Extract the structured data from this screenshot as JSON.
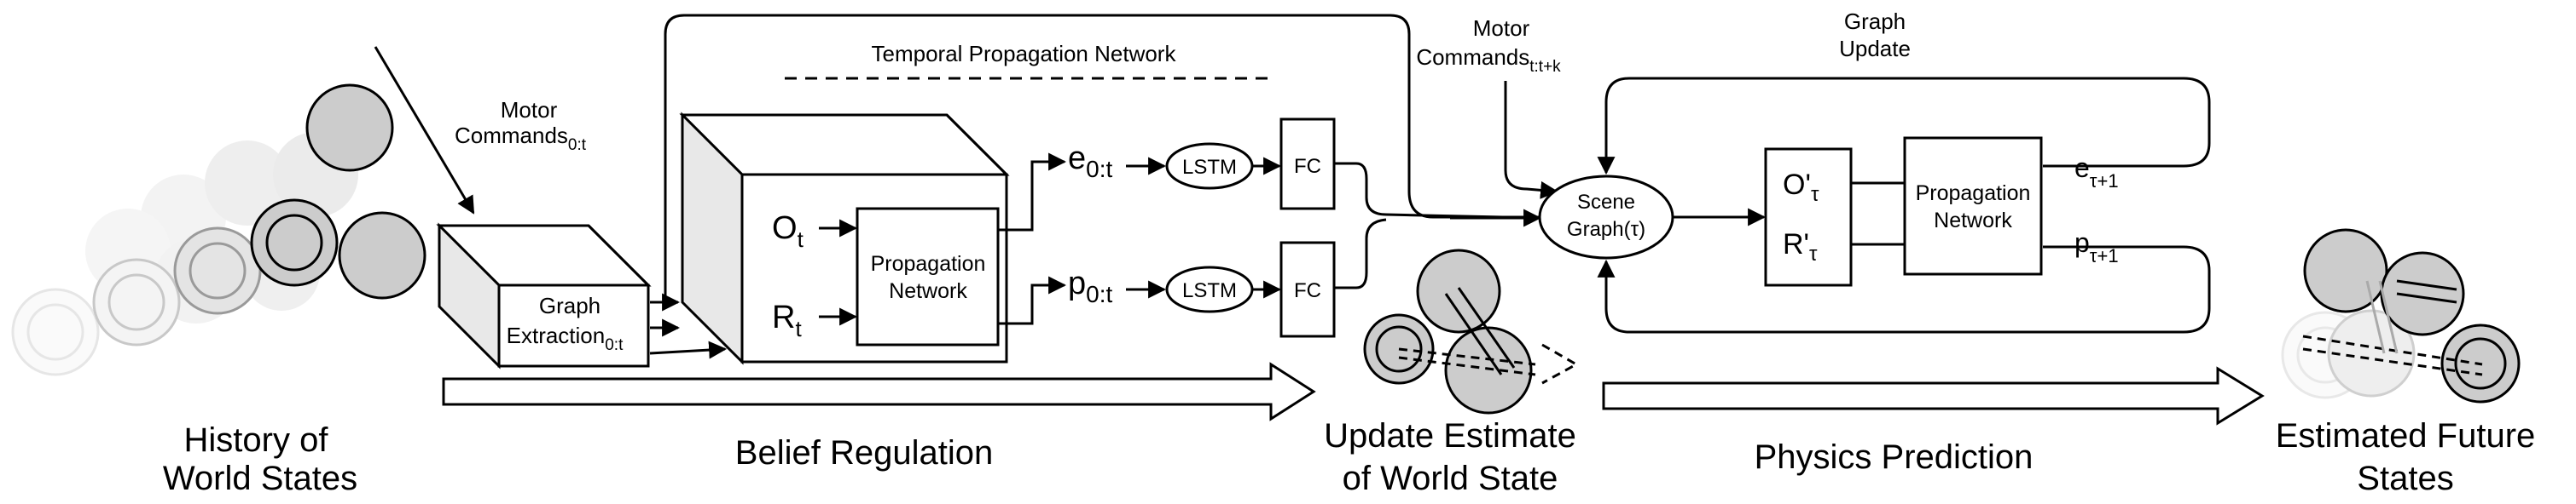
{
  "labels": {
    "motor_0t_line1": "Motor",
    "motor_0t_line2": "Commands",
    "motor_0t_sub": "0:t",
    "graph_extraction_line1": "Graph",
    "graph_extraction_line2": "Extraction",
    "graph_extraction_sub": "0:t",
    "temporal_propagation_network": "Temporal Propagation Network",
    "o_t": "O",
    "o_t_sub": "t",
    "r_t": "R",
    "r_t_sub": "t",
    "propagation_network_line1": "Propagation",
    "propagation_network_line2": "Network",
    "e_0t": "e",
    "e_0t_sub": "0:t",
    "p_0t": "p",
    "p_0t_sub": "0:t",
    "lstm": "LSTM",
    "fc": "FC",
    "motor_ttk_line1": "Motor",
    "motor_ttk_line2": "Commands",
    "motor_ttk_sub": "t:t+k",
    "scene_graph_line1": "Scene",
    "scene_graph_line2": "Graph(τ)",
    "graph_update_line1": "Graph",
    "graph_update_line2": "Update",
    "o_tau": "O'",
    "o_tau_sub": "τ",
    "r_tau": "R'",
    "r_tau_sub": "τ",
    "propagation_network2_line1": "Propagation",
    "propagation_network2_line2": "Network",
    "e_tau": "e",
    "e_tau_sub": "τ+1",
    "p_tau": "p",
    "p_tau_sub": "τ+1"
  },
  "captions": {
    "history_line1": "History of",
    "history_line2": "World States",
    "belief_regulation": "Belief Regulation",
    "update_line1": "Update Estimate",
    "update_line2": "of World State",
    "physics_prediction": "Physics Prediction",
    "estimated_line1": "Estimated Future",
    "estimated_line2": "States"
  },
  "colors": {
    "stroke": "#000000",
    "ball_fill": "#cccccc",
    "box_side": "#e8e8e8"
  }
}
